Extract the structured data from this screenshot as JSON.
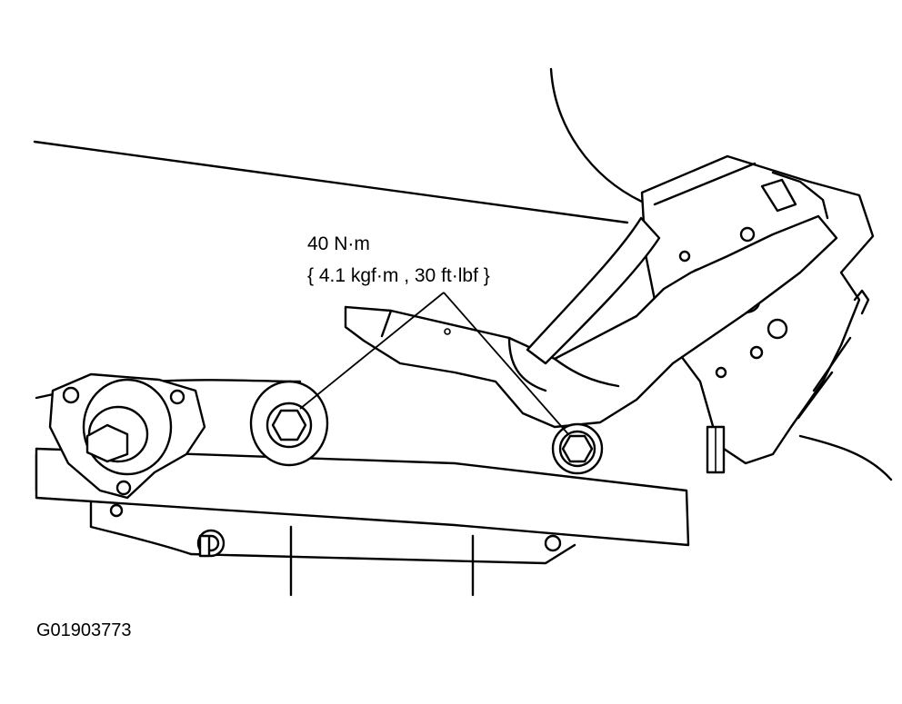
{
  "callout": {
    "torque_line1": "40 N·m",
    "torque_line2": "{ 4.1 kgf·m , 30 ft·lbf }"
  },
  "figure_id": "G01903773"
}
